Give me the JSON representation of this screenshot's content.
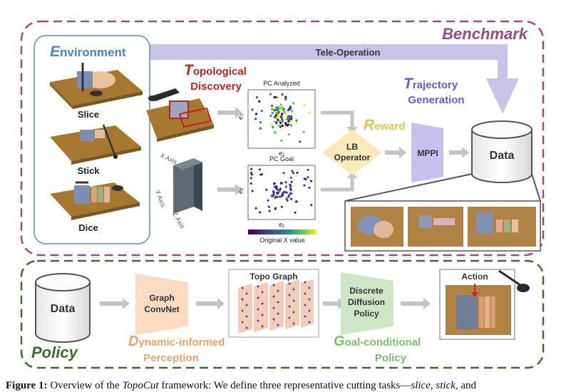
{
  "benchmark": {
    "title": "Benchmark",
    "teleop_label": "Tele-Operation",
    "environment": {
      "cap": "E",
      "rest": "nvironment",
      "tasks": [
        "Slice",
        "Stick",
        "Dice"
      ]
    },
    "topological": {
      "cap": "T",
      "rest1": "opological",
      "line2": "Discovery"
    },
    "pc_analyzed": {
      "title": "PC Analyzed",
      "xlabel": "e₁",
      "ylabel": "e₂"
    },
    "pc_goal": {
      "title": "PC Goal",
      "xlabel": "e₁",
      "ylabel": "e₂"
    },
    "colorbar_label": "Original X value",
    "axes3d": {
      "x": "X Axis",
      "y": "Y Axis",
      "z": "Z Axis"
    },
    "lb_operator": {
      "line1": "LB",
      "line2": "Operator"
    },
    "reward": {
      "cap": "R",
      "rest": "eward"
    },
    "trajectory": {
      "cap": "T",
      "rest1": "rajectory",
      "line2": "Generation"
    },
    "mppi": "MPPI",
    "data": "Data"
  },
  "policy": {
    "title": "Policy",
    "data": "Data",
    "graph_convnet": {
      "line1": "Graph",
      "line2": "ConvNet"
    },
    "dynamic": {
      "cap": "D",
      "rest": "ynamic-informed",
      "line2": "Perception"
    },
    "topo_graph": "Topo Graph",
    "discrete": {
      "line1": "Discrete",
      "line2": "Diffusion",
      "line3": "Policy"
    },
    "goal": {
      "cap": "G",
      "rest": "oal-conditional",
      "line2": "Policy"
    },
    "action": "Action"
  },
  "caption": {
    "label": "Figure 1:",
    "text1": "Overview of the",
    "name": "TopoCut",
    "text2": "framework: We define three representative cutting tasks—",
    "tasks": "slice, stick,",
    "text3": "and"
  },
  "colors": {
    "benchmark": "#9c4a86",
    "policy": "#3a6e2e",
    "environment": "#4a83c0",
    "topological": "#c8201c",
    "reward": "#e2c44a",
    "trajectory": "#6a5bc2",
    "dynamic": "#e7a46b",
    "goal": "#7cbf6a"
  }
}
